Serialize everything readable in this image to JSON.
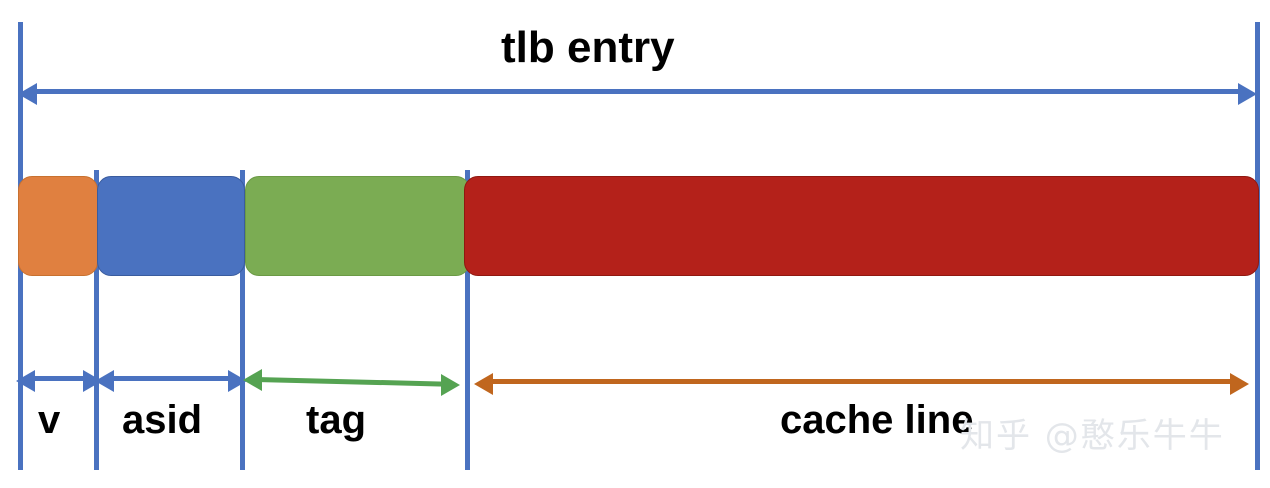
{
  "diagram": {
    "title": "tlb entry",
    "colors": {
      "v": "#E08040",
      "asid": "#4A72C0",
      "tag": "#7BAC53",
      "cache_line": "#B4211A",
      "rule": "#4A72C0",
      "arrow_blue": "#4A72C0",
      "arrow_green": "#55A352",
      "arrow_orange": "#C0661E",
      "text": "#000000",
      "background": "#FFFFFF"
    },
    "segments": [
      {
        "id": "v",
        "label": "v"
      },
      {
        "id": "asid",
        "label": "asid"
      },
      {
        "id": "tag",
        "label": "tag"
      },
      {
        "id": "cache_line",
        "label": "cache line"
      }
    ],
    "watermark": "知乎 @憨乐牛牛"
  }
}
